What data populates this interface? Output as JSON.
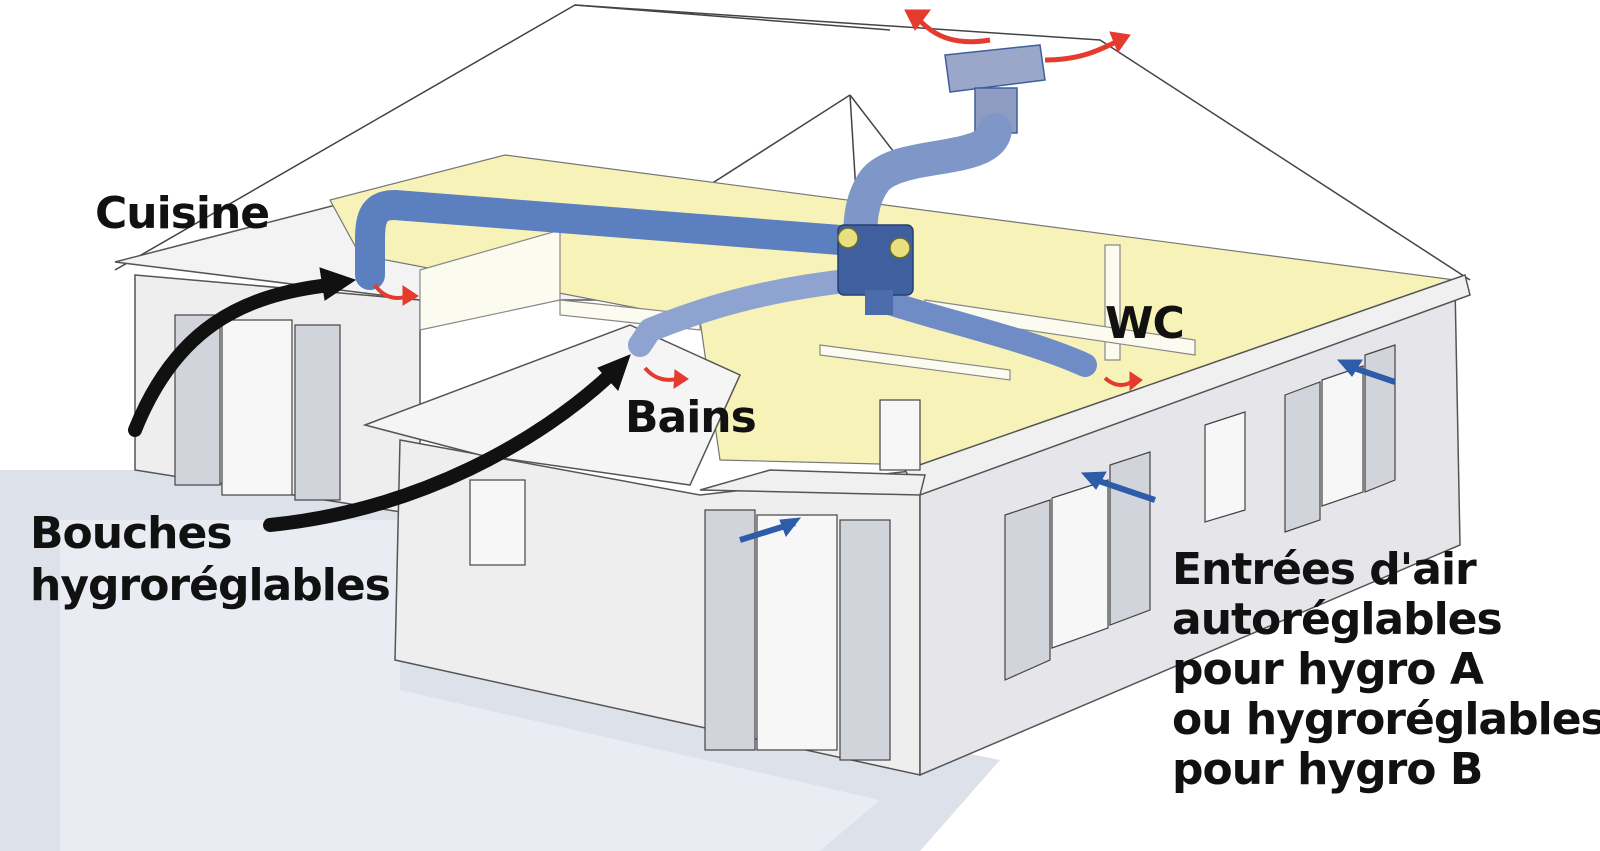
{
  "labels": {
    "cuisine": "Cuisine",
    "wc": "WC",
    "bains": "Bains",
    "bouches": [
      "Bouches",
      "hygroréglables"
    ],
    "entrees": [
      "Entrées d'air",
      "autoréglables",
      "pour hygro A",
      "ou hygroréglables",
      "pour hygro B"
    ]
  },
  "colors": {
    "duct": "#5b7fbf",
    "duct_dark": "#3f5f9e",
    "room_floor": "#f7f3b8",
    "wall": "#eeeeee",
    "wall_shade": "#d6d6dc",
    "shadow": "#dde1ea",
    "exhaust_arrow": "#e53a2e",
    "intake_arrow": "#2f5ca8",
    "pointer_arrow": "#111111"
  }
}
